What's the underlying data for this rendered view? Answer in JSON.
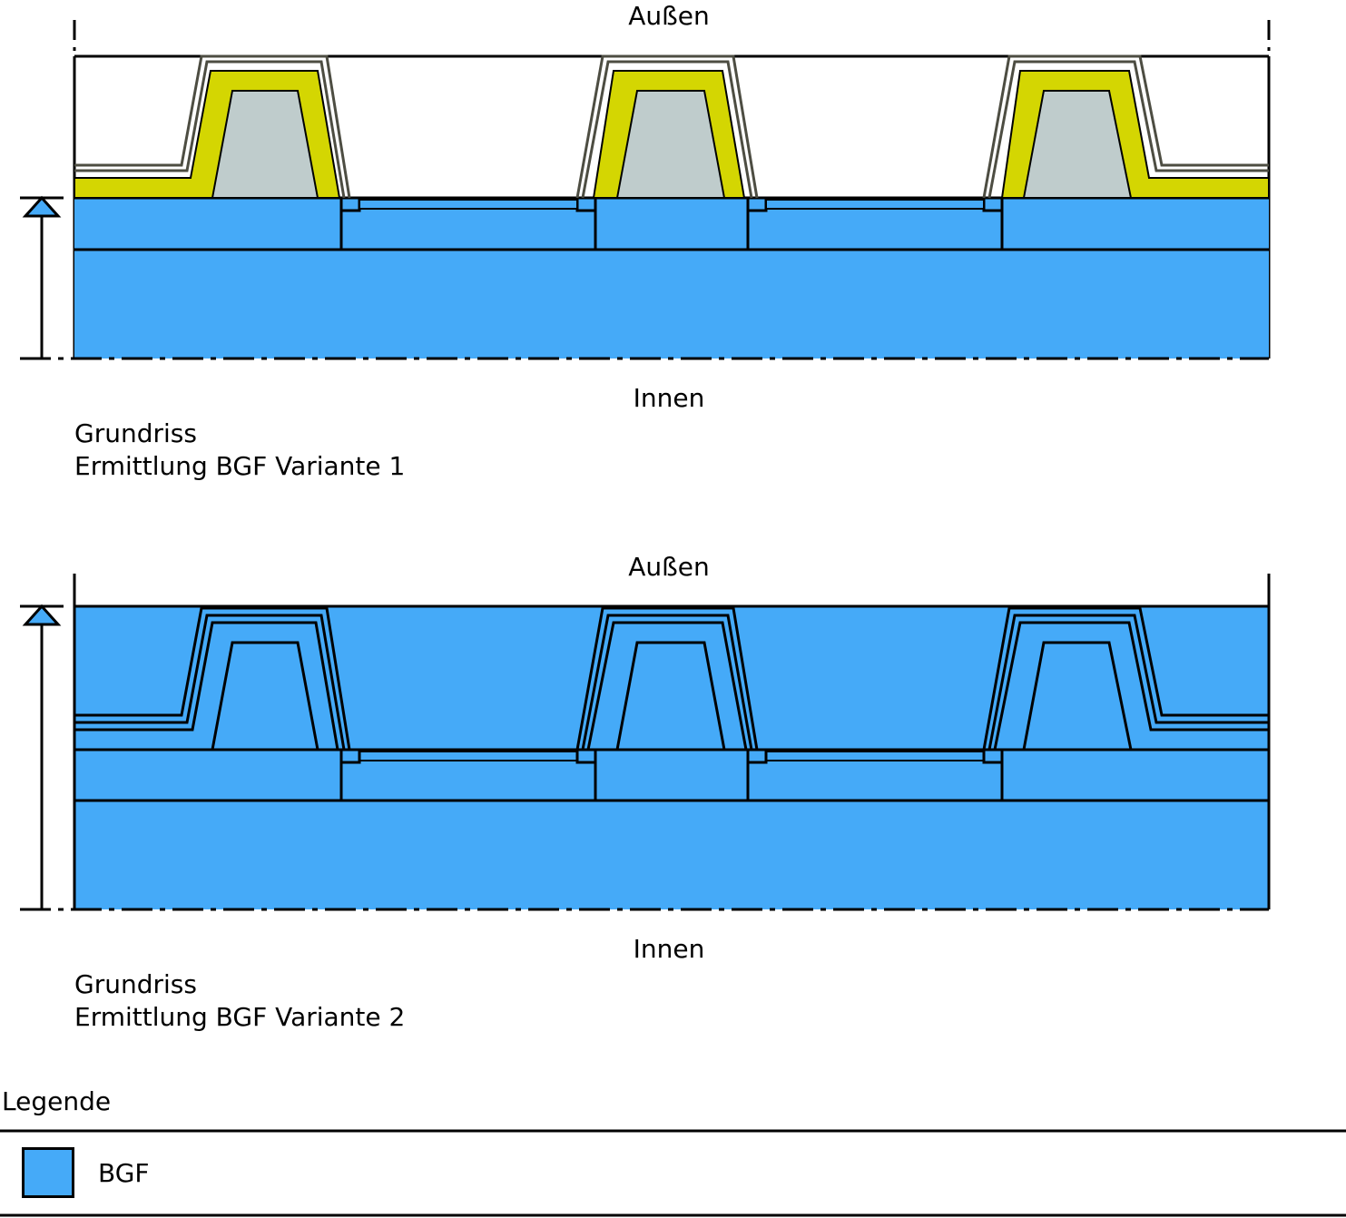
{
  "variant1": {
    "outside_label": "Außen",
    "inside_label": "Innen",
    "caption_line1": "Grundriss",
    "caption_line2": "Ermittlung BGF Variante 1"
  },
  "variant2": {
    "outside_label": "Außen",
    "inside_label": "Innen",
    "caption_line1": "Grundriss",
    "caption_line2": "Ermittlung BGF Variante 2"
  },
  "legend": {
    "title": "Legende",
    "items": [
      {
        "label": "BGF",
        "color": "#45aaf8"
      }
    ]
  },
  "colors": {
    "bgf": "#45aaf8",
    "insulation": "#d4d602",
    "column": "#bfcccc",
    "cladding": "#6b6b5e",
    "line": "#000000"
  }
}
